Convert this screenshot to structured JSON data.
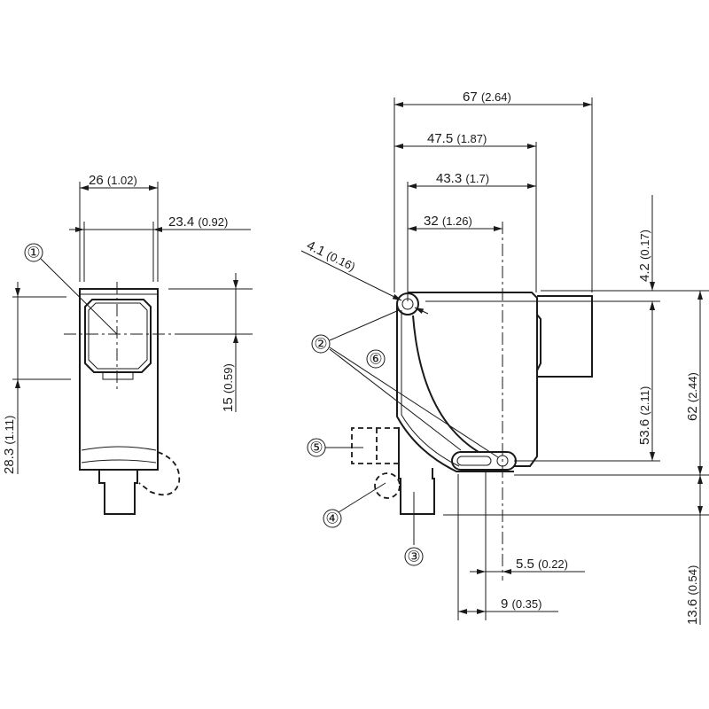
{
  "dimensions": {
    "w26": {
      "mm": "26",
      "in": "(1.02)"
    },
    "w23": {
      "mm": "23.4",
      "in": "(0.92)"
    },
    "h28": {
      "mm": "28.3",
      "in": "(1.11)"
    },
    "h15": {
      "mm": "15",
      "in": "(0.59)"
    },
    "w67": {
      "mm": "67",
      "in": "(2.64)"
    },
    "w47": {
      "mm": "47.5",
      "in": "(1.87)"
    },
    "w43": {
      "mm": "43.3",
      "in": "(1.7)"
    },
    "w32": {
      "mm": "32",
      "in": "(1.26)"
    },
    "d41": {
      "mm": "4.1",
      "in": "(0.16)"
    },
    "h42": {
      "mm": "4.2",
      "in": "(0.17)"
    },
    "h53": {
      "mm": "53.6",
      "in": "(2.11)"
    },
    "h62": {
      "mm": "62",
      "in": "(2.44)"
    },
    "h13": {
      "mm": "13.6",
      "in": "(0.54)"
    },
    "w55": {
      "mm": "5.5",
      "in": "(0.22)"
    },
    "w9": {
      "mm": "9",
      "in": "(0.35)"
    }
  },
  "callouts": [
    "①",
    "②",
    "③",
    "④",
    "⑤",
    "⑥"
  ]
}
